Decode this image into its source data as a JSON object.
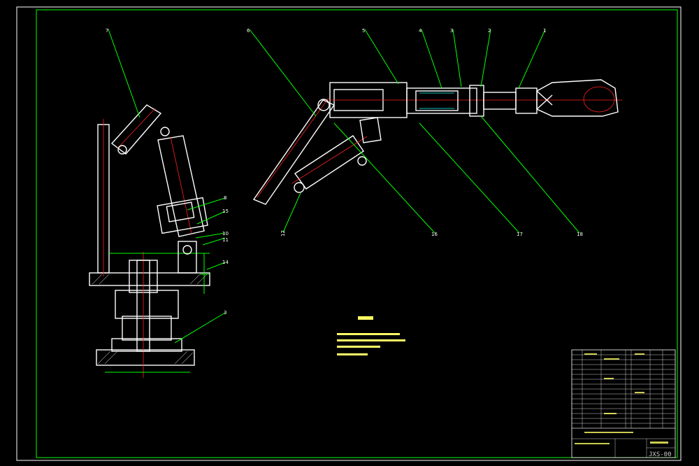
{
  "leaders": [
    {
      "num": "7"
    },
    {
      "num": "6"
    },
    {
      "num": "5"
    },
    {
      "num": "4"
    },
    {
      "num": "3"
    },
    {
      "num": "2"
    },
    {
      "num": "1"
    },
    {
      "num": "8"
    },
    {
      "num": "15"
    },
    {
      "num": "10"
    },
    {
      "num": "11"
    },
    {
      "num": "14"
    },
    {
      "num": "3"
    },
    {
      "num": "16"
    },
    {
      "num": "17"
    },
    {
      "num": "18"
    },
    {
      "num": "12"
    }
  ],
  "title_block": {
    "drawing_code": "JXS-00"
  }
}
